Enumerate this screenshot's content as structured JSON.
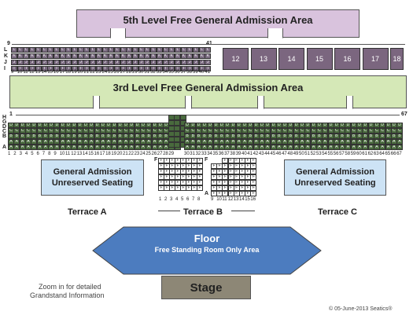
{
  "fifth_level": {
    "label": "5th Level Free General Admission Area"
  },
  "fourth_level": {
    "row_letters": [
      "L",
      "K",
      "J",
      "I"
    ],
    "left_number": "9",
    "right_number": "41",
    "bottom_numbers": [
      "9",
      "10",
      "11",
      "12",
      "13",
      "14",
      "15",
      "16",
      "17",
      "18",
      "19",
      "20",
      "21",
      "22",
      "23",
      "24",
      "25",
      "26",
      "27",
      "28",
      "29",
      "30",
      "31",
      "32",
      "33",
      "34",
      "35",
      "36",
      "37",
      "38",
      "39",
      "40",
      "41"
    ],
    "boxes": [
      "12",
      "13",
      "14",
      "15",
      "16",
      "17",
      "18"
    ]
  },
  "third_level": {
    "label": "3rd Level Free General Admission Area"
  },
  "grandstand": {
    "left_number": "1",
    "right_number": "67",
    "row_letters": [
      "H",
      "G",
      "D",
      "C",
      "B",
      "A"
    ],
    "bottom_numbers_left": [
      "1",
      "2",
      "3",
      "4",
      "5",
      "6",
      "7",
      "8",
      "9",
      "10",
      "11",
      "12",
      "13",
      "14",
      "15",
      "16",
      "17",
      "18",
      "19",
      "20",
      "21",
      "22",
      "23",
      "24",
      "25",
      "26",
      "27",
      "28",
      "29"
    ],
    "bottom_numbers_right": [
      "30",
      "31",
      "32",
      "33",
      "34",
      "35",
      "36",
      "37",
      "38",
      "39",
      "40",
      "41",
      "42",
      "43",
      "44",
      "45",
      "46",
      "47",
      "48",
      "49",
      "50",
      "51",
      "52",
      "53",
      "54",
      "55",
      "56",
      "57",
      "58",
      "59",
      "60",
      "61",
      "62",
      "63",
      "64",
      "65",
      "66",
      "67"
    ]
  },
  "terrace_a": {
    "line1": "General Admission",
    "line2": "Unreserved Seating",
    "label": "Terrace A"
  },
  "terrace_b": {
    "label": "Terrace B",
    "left_numbers": [
      "1",
      "2",
      "3",
      "4",
      "5",
      "6",
      "7",
      "8"
    ],
    "right_numbers": [
      "9",
      "10",
      "11",
      "12",
      "13",
      "14",
      "15",
      "16"
    ],
    "row_f": "F",
    "row_a": "A"
  },
  "terrace_c": {
    "line1": "General Admission",
    "line2": "Unreserved Seating",
    "label": "Terrace C"
  },
  "floor": {
    "title": "Floor",
    "subtitle": "Free Standing Room Only Area"
  },
  "stage": {
    "label": "Stage"
  },
  "note": {
    "line1": "Zoom in for detailed",
    "line2": "Grandstand Information"
  },
  "copyright": "© 05-June-2013 Seatics®",
  "colors": {
    "fifth_level": "#d9c3dd",
    "fourth_level_seats": "#7a6a80",
    "third_level": "#d5e8b7",
    "grandstand_seats": "#496a3d",
    "terrace_ga": "#cde3f5",
    "floor": "#4c7cbf",
    "stage": "#8d8776"
  }
}
